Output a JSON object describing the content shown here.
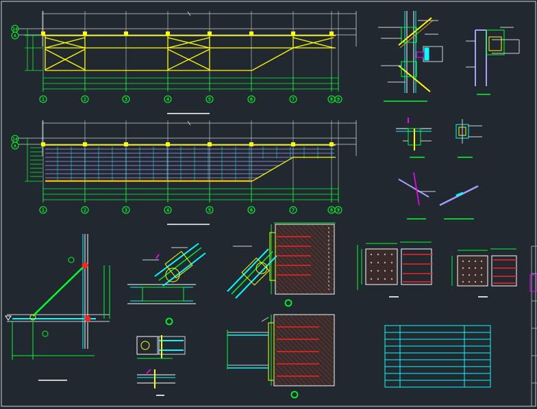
{
  "colors": {
    "background": "#212830",
    "frame": "#cfd6de",
    "green": "#00ff2a",
    "yellow": "#ffff00",
    "cyan": "#00ffff",
    "red": "#ff2020",
    "magenta": "#ff00ff",
    "white": "#ffffff",
    "gray": "#b4b4b4",
    "lavender": "#a8a0ff",
    "orange": "#ff9a00",
    "concrete": "#3a2a2a"
  },
  "axes": {
    "columns": [
      "1",
      "2",
      "3",
      "4",
      "5",
      "6",
      "7",
      "8",
      "9"
    ],
    "levels": [
      "14",
      "A"
    ]
  },
  "icons": {
    "grid_bubble": "circle-outline",
    "section_marker": "circle-outline",
    "level_marker": "triangle-down"
  }
}
